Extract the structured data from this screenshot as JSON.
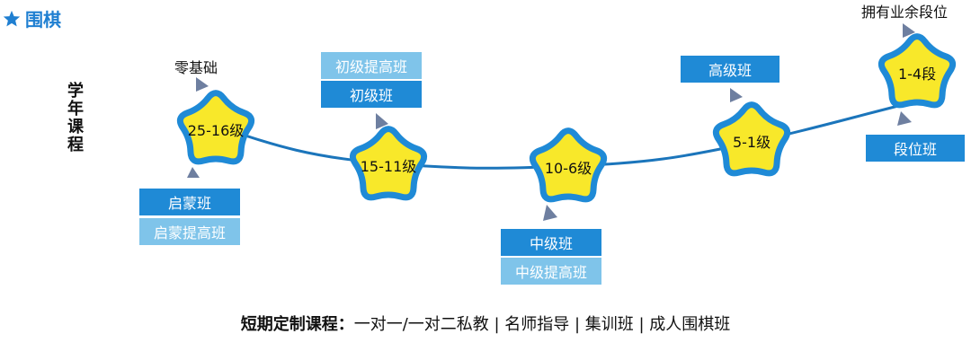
{
  "header": {
    "title": "围棋",
    "icon": "star-icon",
    "accent": "#1f7fd1"
  },
  "side_label": "学年课程",
  "path_color": "#1b75bb",
  "stars": [
    {
      "label": "25-16级",
      "top_note": "零基础",
      "lower_boxes": [
        "启蒙班",
        "启蒙提高班"
      ]
    },
    {
      "label": "15-11级",
      "upper_boxes": [
        "初级提高班",
        "初级班"
      ]
    },
    {
      "label": "10-6级",
      "lower_boxes": [
        "中级班",
        "中级提高班"
      ]
    },
    {
      "label": "5-1级",
      "upper_boxes": [
        "高级班"
      ]
    },
    {
      "label": "1-4段",
      "top_note": "拥有业余段位",
      "lower_boxes": [
        "段位班"
      ]
    }
  ],
  "footer": {
    "heading": "短期定制课程：",
    "content": "一对一/一对二私教 | 名师指导 | 集训班 | 成人围棋班"
  },
  "colors": {
    "star_fill": "#f8e82a",
    "star_border": "#1f8ad6",
    "box_dark": "#1f8ad6",
    "box_light": "#7fc4ea"
  }
}
